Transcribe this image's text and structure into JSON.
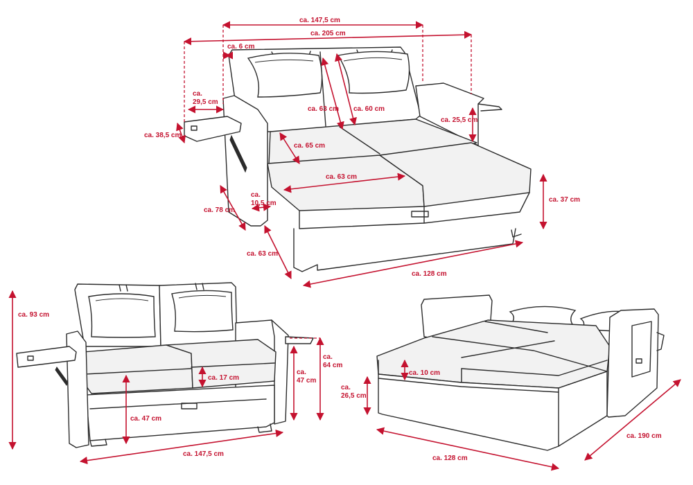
{
  "colors": {
    "dimension": "#c4122f",
    "outline": "#2b2b2b",
    "seat_fill": "#f2f2f2"
  },
  "top_view": {
    "w_147": "ca. 147,5 cm",
    "w_205": "ca. 205 cm",
    "d_6": "ca. 6 cm",
    "d_29_l1": "ca.",
    "d_29_l2": "29,5 cm",
    "d_38": "ca. 38,5 cm",
    "d_63_back": "ca. 63 cm",
    "d_60": "ca. 60 cm",
    "d_25": "ca. 25,5 cm",
    "d_65": "ca. 65 cm",
    "d_63_seat": "ca. 63 cm",
    "d_10_l1": "ca.",
    "d_10_l2": "10,5 cm",
    "d_78": "ca. 78 cm",
    "d_63_depth": "ca. 63 cm",
    "d_37": "ca. 37 cm",
    "d_128": "ca. 128 cm"
  },
  "front_view": {
    "h_93": "ca. 93 cm",
    "h_64_l1": "ca.",
    "h_64_l2": "64 cm",
    "h_47_side_l1": "ca.",
    "h_47_side_l2": "47 cm",
    "h_17": "ca. 17 cm",
    "h_47": "ca. 47 cm",
    "w_147": "ca. 147,5 cm"
  },
  "bed_view": {
    "h_10": "ca. 10 cm",
    "h_26_l1": "ca.",
    "h_26_l2": "26,5 cm",
    "w_128": "ca. 128 cm",
    "l_190": "ca. 190 cm"
  }
}
